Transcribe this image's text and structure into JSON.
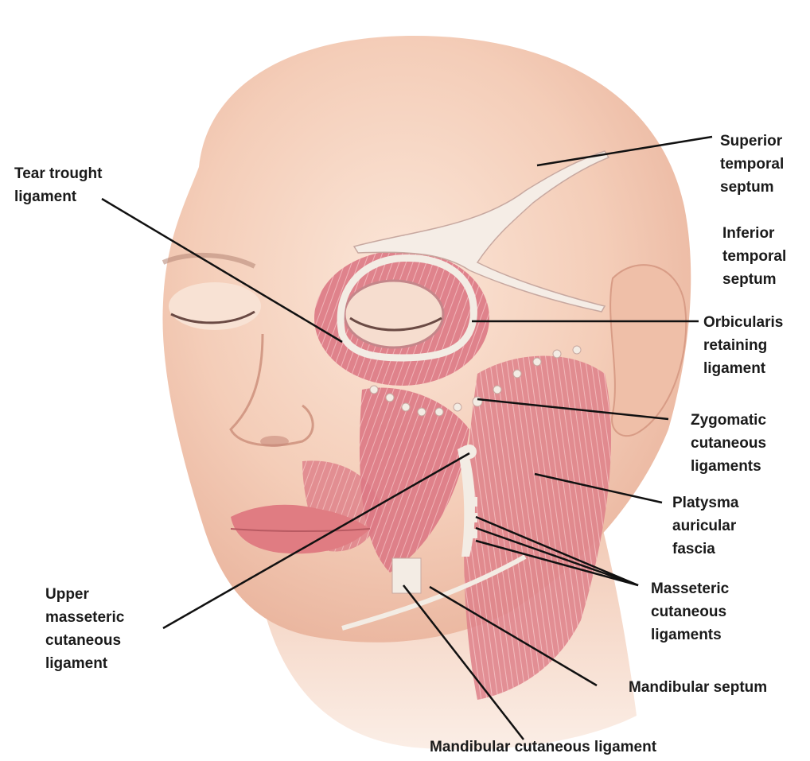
{
  "figure": {
    "colors": {
      "skin": "#f6d7c4",
      "skin_shadow": "#e7b39b",
      "muscle": "#d9707e",
      "muscle_light": "#eaa1a8",
      "ligament": "#f3ece4",
      "lip": "#e07c82",
      "leader_line": "#111111",
      "text": "#1a1a1a"
    },
    "labels": {
      "tear_trough": [
        "Tear trought",
        "ligament"
      ],
      "superior_temporal": [
        "Superior",
        "temporal",
        "septum"
      ],
      "inferior_temporal": [
        "Inferior",
        "temporal",
        "septum"
      ],
      "orbicularis": [
        "Orbicularis",
        "retaining",
        "ligament"
      ],
      "zygomatic": [
        "Zygomatic",
        "cutaneous",
        "ligaments"
      ],
      "platysma": [
        "Platysma",
        "auricular",
        "fascia"
      ],
      "masseteric": [
        "Masseteric",
        "cutaneous",
        "ligaments"
      ],
      "upper_masseteric": [
        "Upper",
        "masseteric",
        "cutaneous",
        "ligament"
      ],
      "mandibular_septum": [
        "Mandibular septum"
      ],
      "mandibular_cutaneous": [
        "Mandibular cutaneous ligament"
      ]
    }
  }
}
